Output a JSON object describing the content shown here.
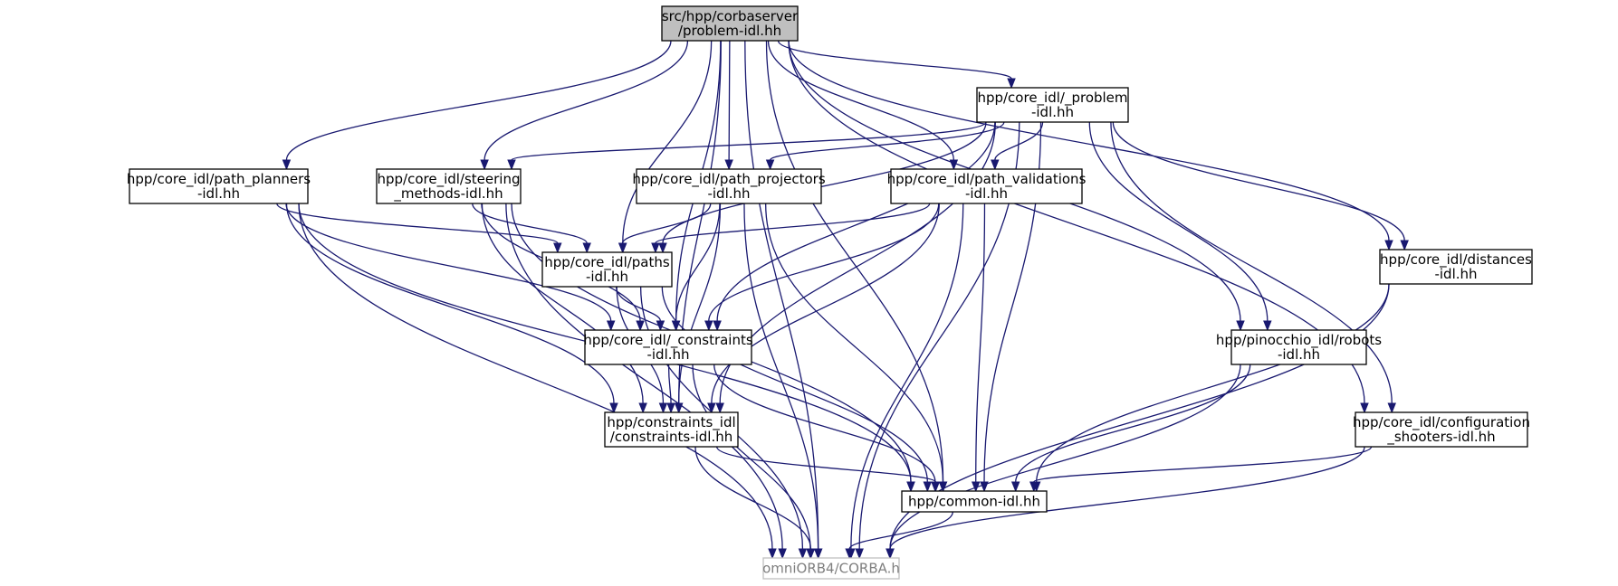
{
  "graph": {
    "nodes": [
      {
        "id": "root",
        "lines": [
          "src/hpp/corbaserver",
          "/problem-idl.hh"
        ],
        "style": "root"
      },
      {
        "id": "problem",
        "lines": [
          "hpp/core_idl/_problem",
          "-idl.hh"
        ],
        "style": "normal"
      },
      {
        "id": "path_planners",
        "lines": [
          "hpp/core_idl/path_planners",
          "-idl.hh"
        ],
        "style": "normal"
      },
      {
        "id": "steering",
        "lines": [
          "hpp/core_idl/steering",
          "_methods-idl.hh"
        ],
        "style": "normal"
      },
      {
        "id": "path_projectors",
        "lines": [
          "hpp/core_idl/path_projectors",
          "-idl.hh"
        ],
        "style": "normal"
      },
      {
        "id": "path_validations",
        "lines": [
          "hpp/core_idl/path_validations",
          "-idl.hh"
        ],
        "style": "normal"
      },
      {
        "id": "paths",
        "lines": [
          "hpp/core_idl/paths",
          "-idl.hh"
        ],
        "style": "normal"
      },
      {
        "id": "core_constraints",
        "lines": [
          "hpp/core_idl/_constraints",
          "-idl.hh"
        ],
        "style": "normal"
      },
      {
        "id": "constraints",
        "lines": [
          "hpp/constraints_idl",
          "/constraints-idl.hh"
        ],
        "style": "normal"
      },
      {
        "id": "distances",
        "lines": [
          "hpp/core_idl/distances",
          "-idl.hh"
        ],
        "style": "normal"
      },
      {
        "id": "robots",
        "lines": [
          "hpp/pinocchio_idl/robots",
          "-idl.hh"
        ],
        "style": "normal"
      },
      {
        "id": "config_shooters",
        "lines": [
          "hpp/core_idl/configuration",
          "_shooters-idl.hh"
        ],
        "style": "normal"
      },
      {
        "id": "common",
        "lines": [
          "hpp/common-idl.hh"
        ],
        "style": "normal"
      },
      {
        "id": "corba",
        "lines": [
          "omniORB4/CORBA.h"
        ],
        "style": "external"
      }
    ],
    "edges": [
      [
        "root",
        "problem"
      ],
      [
        "root",
        "path_planners"
      ],
      [
        "root",
        "steering"
      ],
      [
        "root",
        "path_projectors"
      ],
      [
        "root",
        "path_validations"
      ],
      [
        "root",
        "paths"
      ],
      [
        "root",
        "core_constraints"
      ],
      [
        "root",
        "constraints"
      ],
      [
        "root",
        "distances"
      ],
      [
        "root",
        "robots"
      ],
      [
        "root",
        "config_shooters"
      ],
      [
        "root",
        "common"
      ],
      [
        "root",
        "corba"
      ],
      [
        "problem",
        "steering"
      ],
      [
        "problem",
        "path_projectors"
      ],
      [
        "problem",
        "path_validations"
      ],
      [
        "problem",
        "paths"
      ],
      [
        "problem",
        "core_constraints"
      ],
      [
        "problem",
        "constraints"
      ],
      [
        "problem",
        "distances"
      ],
      [
        "problem",
        "robots"
      ],
      [
        "problem",
        "config_shooters"
      ],
      [
        "problem",
        "common"
      ],
      [
        "problem",
        "corba"
      ],
      [
        "path_planners",
        "paths"
      ],
      [
        "path_planners",
        "core_constraints"
      ],
      [
        "path_planners",
        "constraints"
      ],
      [
        "path_planners",
        "common"
      ],
      [
        "path_planners",
        "corba"
      ],
      [
        "steering",
        "paths"
      ],
      [
        "steering",
        "core_constraints"
      ],
      [
        "steering",
        "constraints"
      ],
      [
        "steering",
        "common"
      ],
      [
        "steering",
        "corba"
      ],
      [
        "path_projectors",
        "paths"
      ],
      [
        "path_projectors",
        "core_constraints"
      ],
      [
        "path_projectors",
        "constraints"
      ],
      [
        "path_projectors",
        "common"
      ],
      [
        "path_projectors",
        "corba"
      ],
      [
        "path_validations",
        "paths"
      ],
      [
        "path_validations",
        "core_constraints"
      ],
      [
        "path_validations",
        "constraints"
      ],
      [
        "path_validations",
        "common"
      ],
      [
        "path_validations",
        "corba"
      ],
      [
        "paths",
        "core_constraints"
      ],
      [
        "paths",
        "constraints"
      ],
      [
        "paths",
        "common"
      ],
      [
        "paths",
        "corba"
      ],
      [
        "core_constraints",
        "constraints"
      ],
      [
        "core_constraints",
        "common"
      ],
      [
        "core_constraints",
        "corba"
      ],
      [
        "constraints",
        "common"
      ],
      [
        "constraints",
        "corba"
      ],
      [
        "distances",
        "common"
      ],
      [
        "distances",
        "corba"
      ],
      [
        "robots",
        "common"
      ],
      [
        "robots",
        "corba"
      ],
      [
        "config_shooters",
        "common"
      ],
      [
        "config_shooters",
        "corba"
      ],
      [
        "common",
        "corba"
      ]
    ]
  }
}
